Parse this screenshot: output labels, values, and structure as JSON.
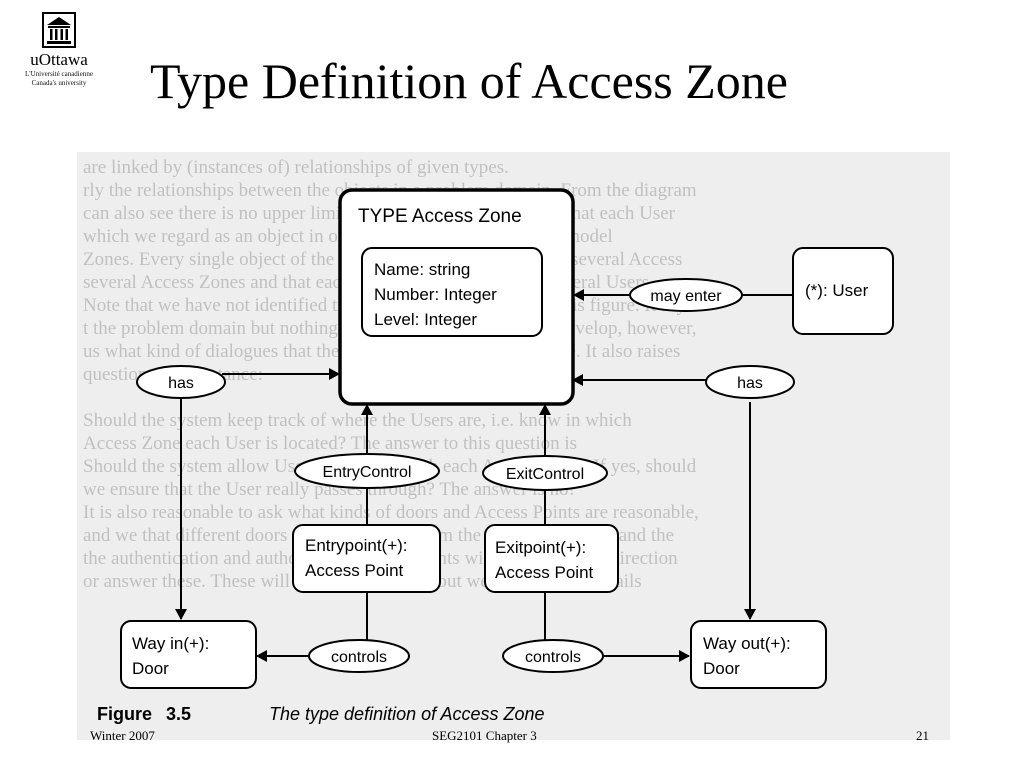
{
  "logo": {
    "name": "uOttawa",
    "tagline_fr": "L'Université canadienne",
    "tagline_en": "Canada's university"
  },
  "slide": {
    "title": "Type Definition of Access Zone"
  },
  "figure": {
    "number": "Figure",
    "number_value": "3.5",
    "caption": "The type definition of Access Zone"
  },
  "diagram": {
    "type_box": {
      "title": "TYPE Access Zone",
      "attributes": [
        "Name: string",
        "Number: Integer",
        "Level: Integer"
      ]
    },
    "user_box": "(*): User",
    "entrypoint_box": [
      "Entrypoint(+):",
      "Access Point"
    ],
    "exitpoint_box": [
      "Exitpoint(+):",
      "Access Point"
    ],
    "wayin_box": [
      "Way in(+):",
      "Door"
    ],
    "wayout_box": [
      "Way out(+):",
      "Door"
    ],
    "relations": {
      "may_enter": "may enter",
      "has_left": "has",
      "has_right": "has",
      "entry_control": "EntryControl",
      "exit_control": "ExitControl",
      "controls_left": "controls",
      "controls_right": "controls"
    }
  },
  "background_text": [
    "are linked by (instances of) relationships of given types.",
    "rly the relationships between the objects in a problem domain. From the diagram",
    "can also see there is no upper limit on the number of Users and that each User",
    "which we regard as an object in our model. In the example this model",
    "Zones. Every single object of the relevant type will be linked to several Access",
    "several Access Zones and that each Access Zone may accept several Users.",
    "Note that we have not identified the Access Control system in this figure. It says a",
    "t the problem domain but nothing directly about the system to develop, however,",
    "us what kind of dialogues that the problem system should handle. It also raises",
    "questions. For instance:",
    "",
    "Should the system keep track of where the Users are, i.e. know in which",
    "Access Zone each User is located? The answer to this question is",
    "Should the system allow Users to pass through each Access Point? If yes, should",
    "we ensure that the User really passes through? The answer is no!",
    "It is also reasonable to ask what kinds of doors and Access Points are reasonable,",
    "and we that different doors are also distinct from the directional doors and the",
    "the authentication and authorization requirements will depend on the direction",
    "or answer these. These will be discussed later, but we will take the details"
  ],
  "footer": {
    "left": "Winter 2007",
    "center": "SEG2101 Chapter 3",
    "right": "21"
  }
}
